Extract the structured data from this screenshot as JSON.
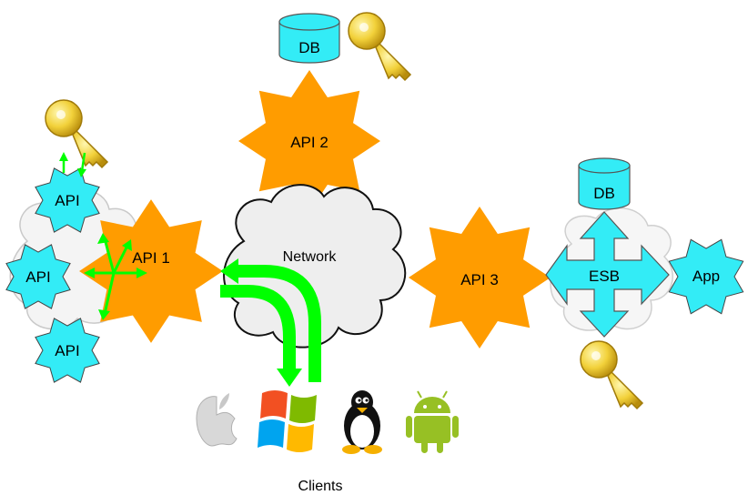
{
  "nodes": {
    "api_left_top": "API",
    "api_left_mid": "API",
    "api_left_bottom": "API",
    "api1": "API 1",
    "api2": "API 2",
    "api3": "API 3",
    "db_top": "DB",
    "db_right": "DB",
    "esb": "ESB",
    "app": "App",
    "network": "Network"
  },
  "clients": {
    "label": "Clients",
    "icons": [
      "apple-logo-icon",
      "windows-logo-icon",
      "linux-tux-icon",
      "android-logo-icon"
    ]
  },
  "colors": {
    "api_star": "#ff9c00",
    "cyan_node": "#33ecf6",
    "flow_arrow": "#00ff00",
    "key": "#f2d13a",
    "cloud_fill": "#eeeeee"
  }
}
